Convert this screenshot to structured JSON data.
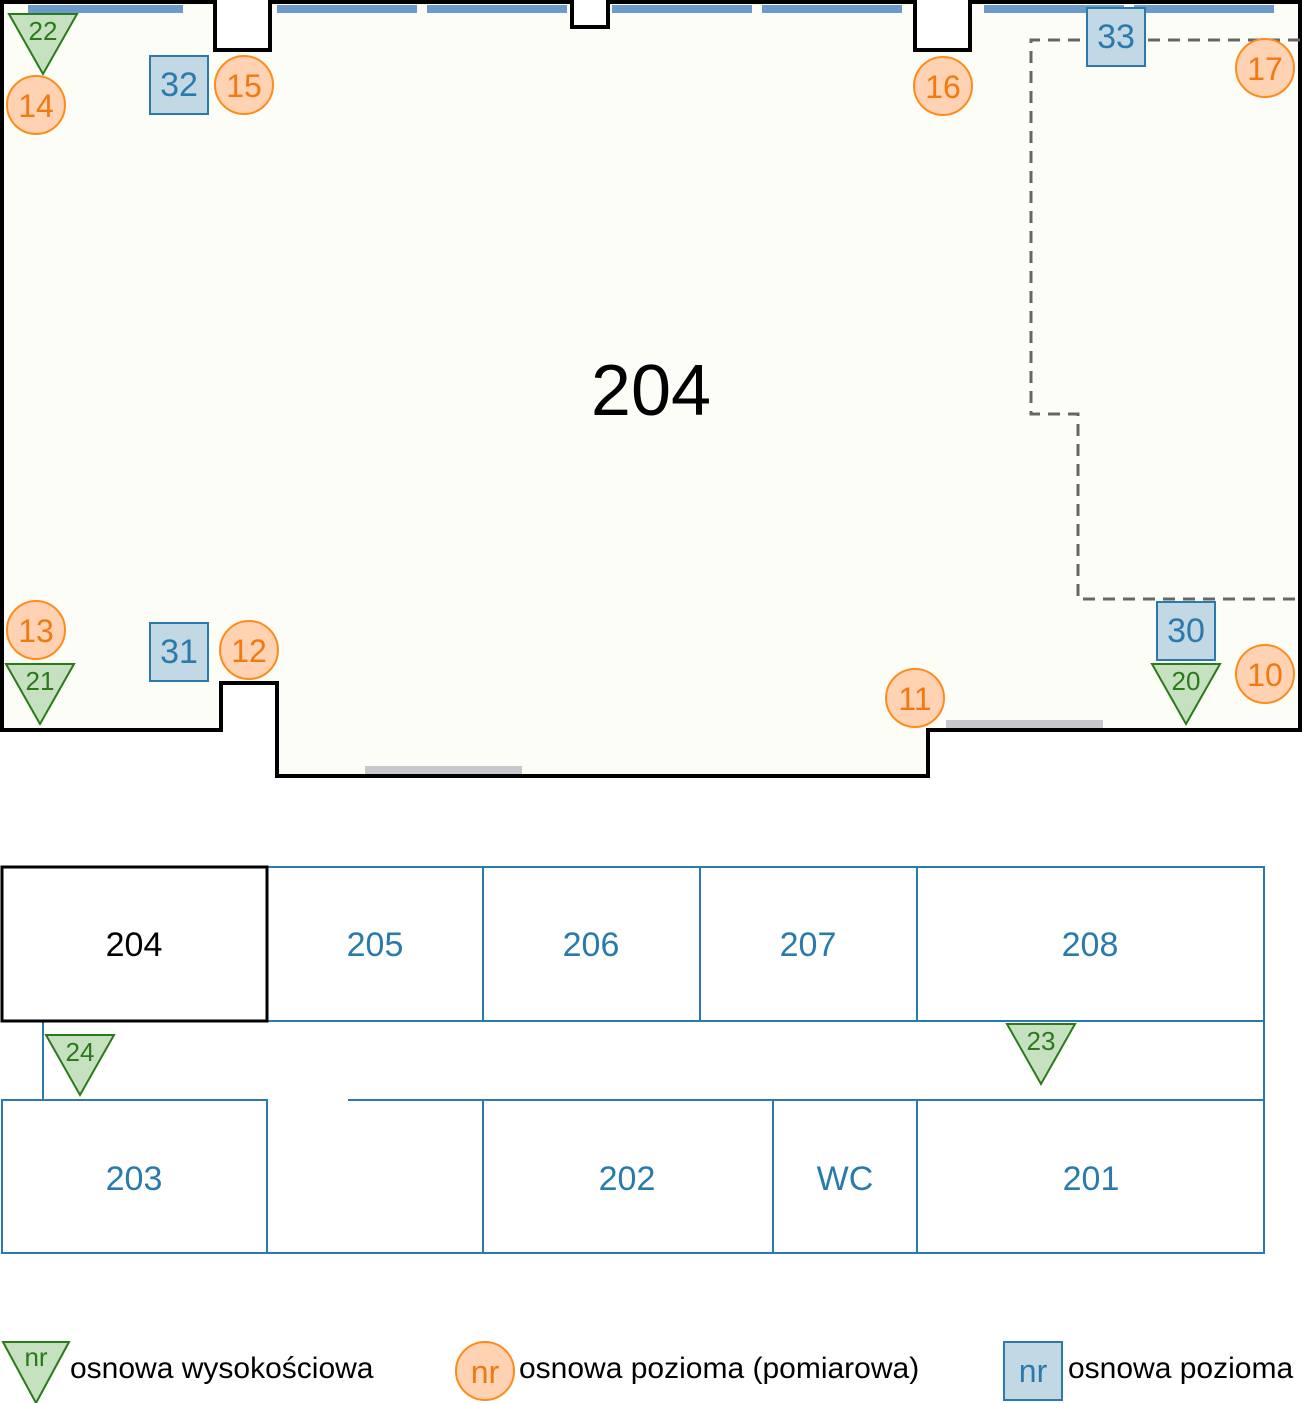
{
  "colors": {
    "wall": "#000000",
    "room_fill": "#fdfdf8",
    "window": "#6b9acb",
    "door": "#c8c8cc",
    "dashed": "#666666",
    "blue_text": "#2a7aab",
    "blue_line": "#2a7aab",
    "sq_fill": "#c2d8e4",
    "sq_stroke": "#2a7aab",
    "circle_fill": "#ffd2b4",
    "circle_stroke": "#ff8c1a",
    "circle_text": "#f07a10",
    "tri_fill": "#c5e1c0",
    "tri_stroke": "#2a7a1a",
    "tri_text": "#2a7a1a"
  },
  "main_room": {
    "label": "204"
  },
  "circles": [
    "14",
    "15",
    "16",
    "17",
    "13",
    "12",
    "11",
    "10"
  ],
  "squares": [
    "32",
    "33",
    "31",
    "30"
  ],
  "triangles": [
    "22",
    "21",
    "20",
    "24",
    "23"
  ],
  "key_plan": {
    "highlighted": "204",
    "rooms": [
      "205",
      "206",
      "207",
      "208",
      "203",
      "202",
      "WC",
      "201"
    ]
  },
  "legend": [
    {
      "symbol": "triangle",
      "symbol_text": "nr",
      "label": "osnowa wysokościowa"
    },
    {
      "symbol": "circle",
      "symbol_text": "nr",
      "label": "osnowa pozioma (pomiarowa)"
    },
    {
      "symbol": "square",
      "symbol_text": "nr",
      "label": "osnowa pozioma"
    }
  ]
}
